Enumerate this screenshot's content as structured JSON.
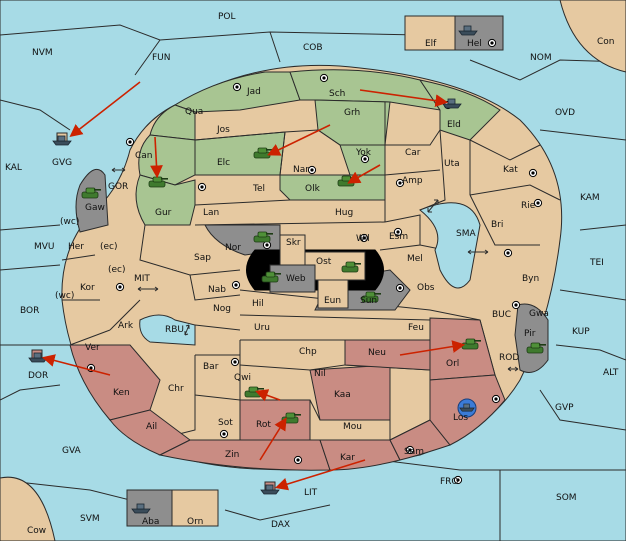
{
  "provinces": {
    "POL": "POL",
    "NVM": "NVM",
    "FUN": "FUN",
    "COB": "COB",
    "NOM": "NOM",
    "Con": "Con",
    "Elf": "Elf",
    "Hel": "Hel",
    "OVD": "OVD",
    "KAL": "KAL",
    "GVG": "GVG",
    "GOR": "GOR",
    "Gaw": "Gaw",
    "KAM": "KAM",
    "MVU": "MVU",
    "wc1": "(wc)",
    "ec1": "(ec)",
    "Her": "Her",
    "SMA": "SMA",
    "TEI": "TEI",
    "MIT": "MIT",
    "Kor": "Kor",
    "wc2": "(wc)",
    "ec2": "(ec)",
    "BOR": "BOR",
    "RBU": "RBU",
    "BUC": "BUC",
    "KUP": "KUP",
    "Ark": "Ark",
    "Ver": "Ver",
    "DOR": "DOR",
    "ROD": "ROD",
    "ALT": "ALT",
    "Ken": "Ken",
    "GVP": "GVP",
    "Ail": "Ail",
    "GVA": "GVA",
    "FRO": "FRO",
    "LIT": "LIT",
    "SOM": "SOM",
    "SVM": "SVM",
    "DAX": "DAX",
    "Cow": "Cow",
    "Aba": "Aba",
    "Orn": "Orn",
    "Jad": "Jad",
    "Sch": "Sch",
    "Qua": "Qua",
    "Jos": "Jos",
    "Grh": "Grh",
    "Eld": "Eld",
    "Can": "Can",
    "Elc": "Elc",
    "Nar": "Nar",
    "Yok": "Yok",
    "Car": "Car",
    "Uta": "Uta",
    "Kat": "Kat",
    "Tel": "Tel",
    "Olk": "Olk",
    "Amp": "Amp",
    "Gur": "Gur",
    "Lan": "Lan",
    "Hug": "Hug",
    "Rie": "Rie",
    "Wil": "Wil",
    "Esm": "Esm",
    "Bri": "Bri",
    "Nor": "Nor",
    "Skr": "Skr",
    "Ost": "Ost",
    "Sap": "Sap",
    "Web": "Web",
    "Mel": "Mel",
    "Byn": "Byn",
    "Nab": "Nab",
    "Eun": "Eun",
    "Obs": "Obs",
    "Gwa": "Gwa",
    "Hil": "Hil",
    "Sun": "Sun",
    "Nog": "Nog",
    "Uru": "Uru",
    "Feu": "Feu",
    "Pir": "Pir",
    "Chp": "Chp",
    "Neu": "Neu",
    "Orl": "Orl",
    "Bar": "Bar",
    "Nil": "Nil",
    "Qwi": "Qwi",
    "Chr": "Chr",
    "Kaa": "Kaa",
    "Sot": "Sot",
    "Los": "Los",
    "Rot": "Rot",
    "Mou": "Mou",
    "Zin": "Zin",
    "Kar": "Kar",
    "Sam": "Sam"
  },
  "colors": {
    "sea": "#a7dbe6",
    "neutral": "#e6c9a1",
    "green": "#a8c592",
    "red": "#c98c83",
    "grey": "#8e8e8e",
    "arrow": "#cc2200",
    "unit_green": "#3f7a2e",
    "unit_grey": "#3a4c5a"
  },
  "icons": {
    "army": "tank-icon",
    "fleet": "ship-icon",
    "supply_center": "supply-center-icon",
    "convoy": "double-arrow-icon"
  }
}
